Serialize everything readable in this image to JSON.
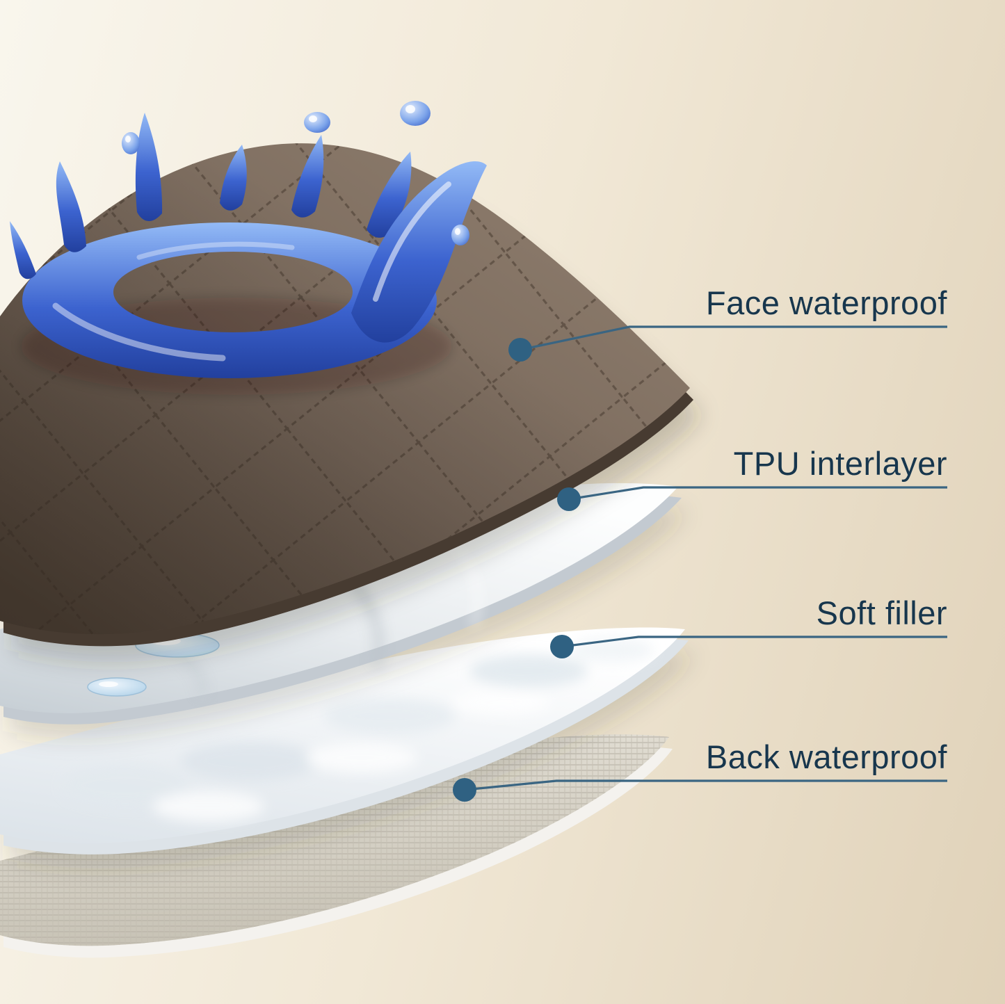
{
  "diagram": {
    "labels": [
      {
        "text": "Face waterproof"
      },
      {
        "text": "TPU interlayer"
      },
      {
        "text": "Soft filler"
      },
      {
        "text": "Back waterproof"
      }
    ],
    "layers": [
      {
        "name": "face-waterproof-layer"
      },
      {
        "name": "tpu-interlayer-layer"
      },
      {
        "name": "soft-filler-layer"
      },
      {
        "name": "back-waterproof-layer"
      }
    ],
    "colors": {
      "label_text": "#17364d",
      "leader_line": "#3a6582",
      "leader_dot": "#2f6182",
      "face_layer_brown": "#7b6a5c",
      "tpu_layer": "#eef1f3",
      "soft_filler": "#f7f9fb",
      "back_layer": "#d9d5cc",
      "water_blue": "#3c63cf",
      "background_start": "#f9f6ed",
      "background_end": "#e0d2b9"
    }
  }
}
